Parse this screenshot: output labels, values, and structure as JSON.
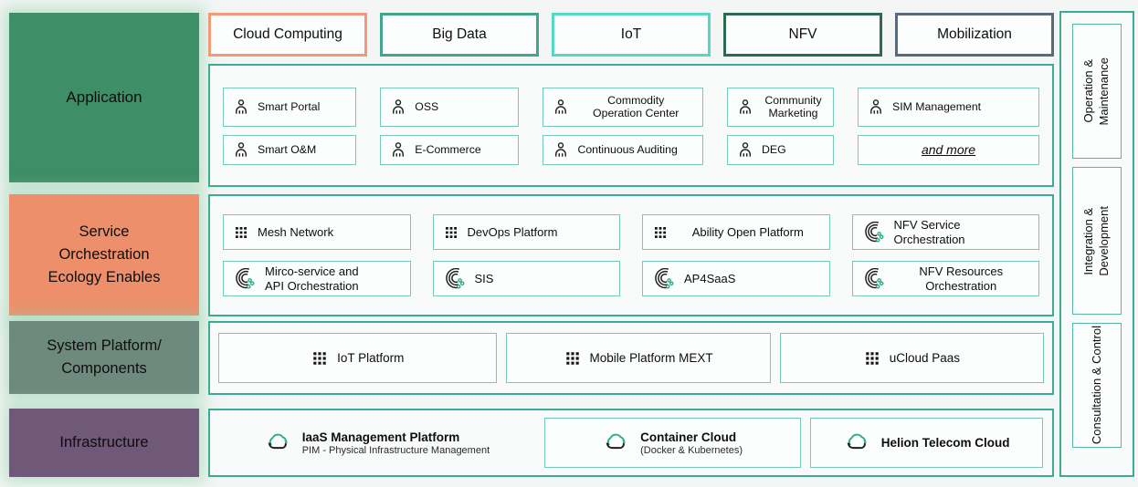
{
  "colors": {
    "teal_border": "#3dab93",
    "light_teal_border": "#77c9b7",
    "application_green": "#3e8e68",
    "salmon": "#ee8f6c",
    "gray_green": "#6e8a7e",
    "purple": "#6f5878",
    "iot_turquoise": "#55d7c4",
    "nfv_dark_green": "#2d6b50",
    "mobilization_slate": "#5a6a79",
    "icon_green": "#2fae85",
    "icon_dark": "#1f1f1f"
  },
  "left_layers": [
    {
      "label": "Application",
      "color": "#3e8e68"
    },
    {
      "label": "Service\nOrchestration\nEcology Enables",
      "color": "#ee8f6c"
    },
    {
      "label": "System Platform/\nComponents",
      "color": "#6e8a7e"
    },
    {
      "label": "Infrastructure",
      "color": "#6f5878"
    }
  ],
  "top_categories": [
    {
      "label": "Cloud Computing",
      "border_color": "#f09a77"
    },
    {
      "label": "Big Data",
      "border_color": "#43a68c"
    },
    {
      "label": "IoT",
      "border_color": "#55d7c4"
    },
    {
      "label": "NFV",
      "border_color": "#2d6b50"
    },
    {
      "label": "Mobilization",
      "border_color": "#5a6a79"
    }
  ],
  "application": {
    "items": [
      {
        "label": "Smart Portal",
        "icon": "person"
      },
      {
        "label": "OSS",
        "icon": "person"
      },
      {
        "label": "Commodity\nOperation Center",
        "icon": "person"
      },
      {
        "label": "Community\nMarketing",
        "icon": "person"
      },
      {
        "label": "SIM Management",
        "icon": "person"
      },
      {
        "label": "Smart O&M",
        "icon": "person"
      },
      {
        "label": "E-Commerce",
        "icon": "person"
      },
      {
        "label": "Continuous Auditing",
        "icon": "person"
      },
      {
        "label": "DEG",
        "icon": "person"
      },
      {
        "label": "and more",
        "icon": "none"
      }
    ]
  },
  "service_orchestration": {
    "items": [
      {
        "label": "Mesh Network",
        "icon": "grid"
      },
      {
        "label": "DevOps Platform",
        "icon": "grid"
      },
      {
        "label": "Ability Open Platform",
        "icon": "grid"
      },
      {
        "label": "NFV Service\nOrchestration",
        "icon": "orchestration"
      },
      {
        "label": "Mirco-service and\nAPI Orchestration",
        "icon": "orchestration"
      },
      {
        "label": "SIS",
        "icon": "orchestration"
      },
      {
        "label": "AP4SaaS",
        "icon": "orchestration"
      },
      {
        "label": "NFV Resources\nOrchestration",
        "icon": "orchestration"
      }
    ]
  },
  "system_platform": {
    "items": [
      {
        "label": "IoT Platform",
        "icon": "grid"
      },
      {
        "label": "Mobile Platform MEXT",
        "icon": "grid"
      },
      {
        "label": "uCloud Paas",
        "icon": "grid"
      }
    ]
  },
  "infrastructure": {
    "items": [
      {
        "title": "IaaS Management Platform",
        "subtitle": "PIM - Physical Infrastructure Management",
        "icon": "cloud"
      },
      {
        "title": "Container Cloud",
        "subtitle": "(Docker & Kubernetes)",
        "icon": "cloud"
      },
      {
        "title": "Helion Telecom Cloud",
        "subtitle": "",
        "icon": "cloud"
      }
    ]
  },
  "right_panels": [
    {
      "label": "Operation &\nMaintenance"
    },
    {
      "label": "Integration &\nDevelopment"
    },
    {
      "label": "Consultation & Control"
    }
  ]
}
